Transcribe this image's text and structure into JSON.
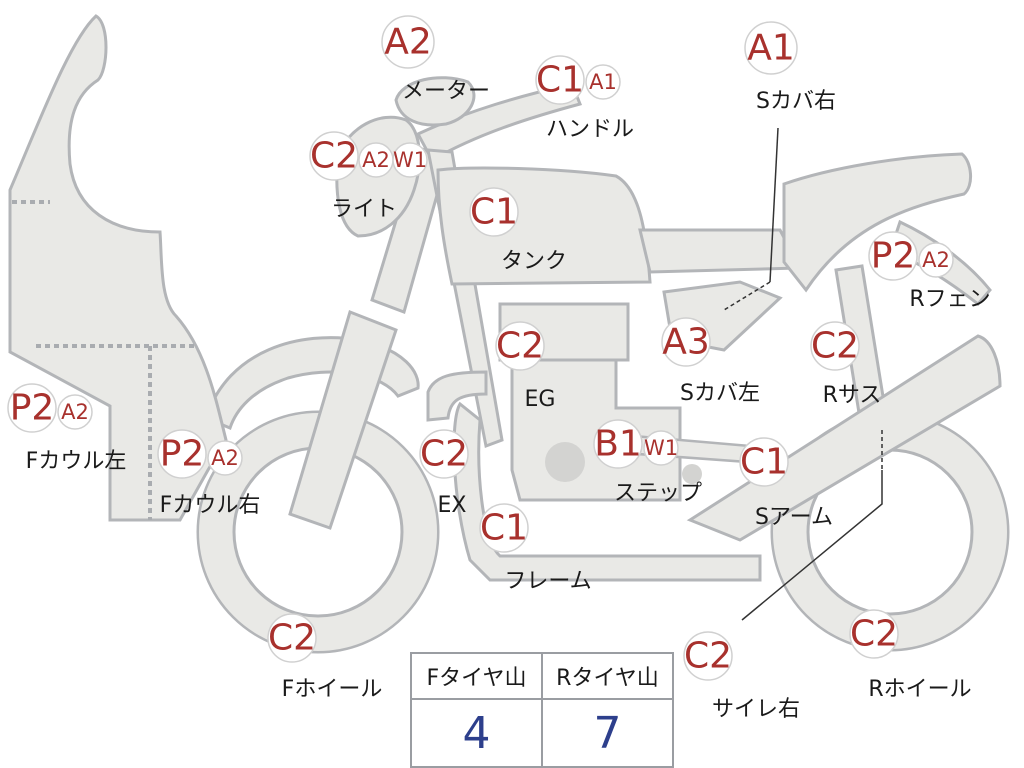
{
  "parts": [
    {
      "id": "meter",
      "label": "メーター",
      "grades": [
        "A2"
      ]
    },
    {
      "id": "handle",
      "label": "ハンドル",
      "grades": [
        "C1",
        "A1"
      ]
    },
    {
      "id": "side-cover-right",
      "label": "Sカバ右",
      "grades": [
        "A1"
      ]
    },
    {
      "id": "light",
      "label": "ライト",
      "grades": [
        "C2",
        "A2",
        "W1"
      ]
    },
    {
      "id": "tank",
      "label": "タンク",
      "grades": [
        "C1"
      ]
    },
    {
      "id": "rear-fender",
      "label": "Rフェン",
      "grades": [
        "P2",
        "A2"
      ]
    },
    {
      "id": "engine",
      "label": "EG",
      "grades": [
        "C2"
      ]
    },
    {
      "id": "side-cover-left",
      "label": "Sカバ左",
      "grades": [
        "A3"
      ]
    },
    {
      "id": "rear-suspension",
      "label": "Rサス",
      "grades": [
        "C2"
      ]
    },
    {
      "id": "front-cowl-left",
      "label": "Fカウル左",
      "grades": [
        "P2",
        "A2"
      ]
    },
    {
      "id": "front-cowl-right",
      "label": "Fカウル右",
      "grades": [
        "P2",
        "A2"
      ]
    },
    {
      "id": "exhaust",
      "label": "EX",
      "grades": [
        "C2"
      ]
    },
    {
      "id": "step",
      "label": "ステップ",
      "grades": [
        "B1",
        "W1"
      ]
    },
    {
      "id": "swing-arm",
      "label": "Sアーム",
      "grades": [
        "C1"
      ]
    },
    {
      "id": "frame",
      "label": "フレーム",
      "grades": [
        "C1"
      ]
    },
    {
      "id": "front-wheel",
      "label": "Fホイール",
      "grades": [
        "C2"
      ]
    },
    {
      "id": "silencer-right",
      "label": "サイレ右",
      "grades": [
        "C2"
      ]
    },
    {
      "id": "rear-wheel",
      "label": "Rホイール",
      "grades": [
        "C2"
      ]
    }
  ],
  "tire_tread": {
    "front_label": "Fタイヤ山",
    "rear_label": "Rタイヤ山",
    "front_value": "4",
    "rear_value": "7"
  },
  "colors": {
    "grade": "#a8312d",
    "part_fill": "#e9e9e6",
    "part_outline": "#b3b5b8",
    "tread_value": "#2d3f8c"
  }
}
